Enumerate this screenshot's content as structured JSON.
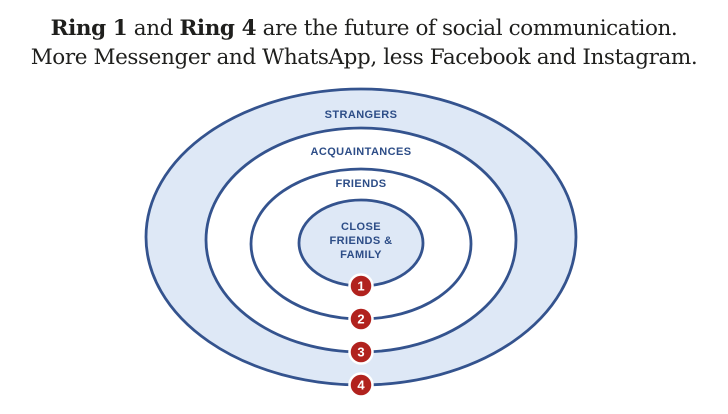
{
  "title": {
    "line1_bold_a": "Ring 1",
    "line1_mid": " and ",
    "line1_bold_b": "Ring 4",
    "line1_rest": " are the future of social communication.",
    "line2": "More Messenger and WhatsApp, less Facebook and Instagram."
  },
  "rings": [
    {
      "number": "4",
      "label": "STRANGERS"
    },
    {
      "number": "3",
      "label": "ACQUAINTANCES"
    },
    {
      "number": "2",
      "label": "FRIENDS"
    },
    {
      "number": "1",
      "label": "CLOSE FRIENDS & FAMILY",
      "label_lines": [
        "CLOSE",
        "FRIENDS &",
        "FAMILY"
      ]
    }
  ],
  "colors": {
    "ring_tint": "#dee8f6",
    "ring_white": "#ffffff",
    "ring_stroke": "#34538e",
    "label_text": "#2d4d87",
    "badge_fill": "#b1221e",
    "badge_text": "#ffffff",
    "title_text": "#1f1f1d"
  }
}
